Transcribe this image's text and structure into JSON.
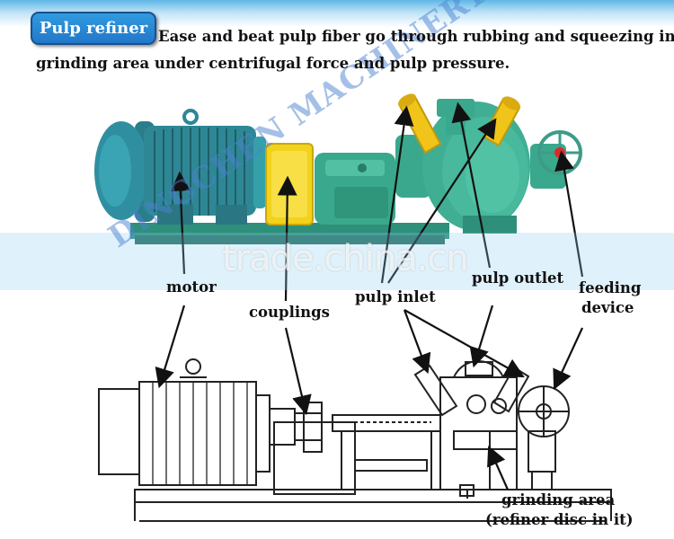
{
  "header": {
    "title": "Pulp refiner",
    "description_line1": "Ease and beat pulp fiber go through rubbing and squeezing in",
    "description_line2": "grinding area under centrifugal force and pulp pressure."
  },
  "labels": {
    "motor": "motor",
    "couplings": "couplings",
    "pulp_inlet": "pulp inlet",
    "pulp_outlet": "pulp outlet",
    "feeding_line1": "feeding",
    "feeding_line2": "device",
    "grinding_line1": "grinding area",
    "grinding_line2": "(refiner disc in it)"
  },
  "watermarks": {
    "site": "trade.china.cn",
    "brand": "DINGCHEN MACHINERY"
  },
  "colors": {
    "motor_teal": "#2f8f86",
    "machine_green": "#3aa88c",
    "coupling_yellow": "#f2d21a",
    "pipe_yellow": "#f0c419",
    "title_blue": "#2a86d4"
  }
}
